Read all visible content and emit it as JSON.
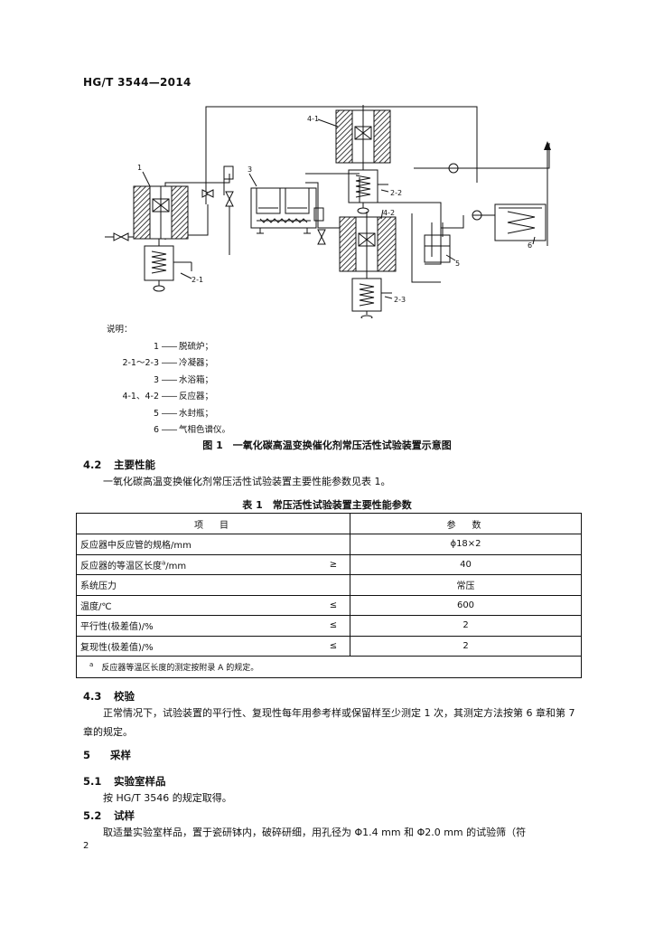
{
  "header": {
    "code": "HG/T 3544—2014"
  },
  "figure": {
    "labels": {
      "l1": "1",
      "l2_1": "2-1",
      "l2_2": "2-2",
      "l2_3": "2-3",
      "l3": "3",
      "l4_1": "4-1",
      "l4_2": "4-2",
      "l5": "5",
      "l6": "6"
    },
    "legend_title": "说明：",
    "legend": [
      {
        "key": "1",
        "desc": "脱硫炉；"
      },
      {
        "key": "2-1～2-3",
        "desc": "冷凝器；"
      },
      {
        "key": "3",
        "desc": "水浴箱；"
      },
      {
        "key": "4-1、4-2",
        "desc": "反应器；"
      },
      {
        "key": "5",
        "desc": "水封瓶；"
      },
      {
        "key": "6",
        "desc": "气相色谱仪。"
      }
    ],
    "dash": "——",
    "caption": "图 1　一氧化碳高温变换催化剂常压活性试验装置示意图"
  },
  "s4_2": {
    "num": "4.2",
    "title": "主要性能",
    "text": "一氧化碳高温变换催化剂常压活性试验装置主要性能参数见表 1。"
  },
  "table": {
    "caption": "表 1　常压活性试验装置主要性能参数",
    "headers": [
      "项　目",
      "参　数"
    ],
    "rows": [
      {
        "item": "反应器中反应管的规格/mm",
        "op": "",
        "value": "ϕ18×2"
      },
      {
        "item_pre": "反应器的等温区长度",
        "item_sup": "a",
        "item_post": "/mm",
        "op": "≥",
        "value": "40"
      },
      {
        "item": "系统压力",
        "op": "",
        "value": "常压"
      },
      {
        "item": "温度/℃",
        "op": "≤",
        "value": "600"
      },
      {
        "item": "平行性(极差值)/%",
        "op": "≤",
        "value": "2"
      },
      {
        "item": "复现性(极差值)/%",
        "op": "≤",
        "value": "2"
      }
    ],
    "note_mark": "a",
    "note": "反应器等温区长度的测定按附录 A 的规定。"
  },
  "s4_3": {
    "num": "4.3",
    "title": "校验",
    "text": "正常情况下，试验装置的平行性、复现性每年用参考样或保留样至少测定 1 次，其测定方法按第 6 章和第 7 章的规定。"
  },
  "s5": {
    "num": "5",
    "title": "采样"
  },
  "s5_1": {
    "num": "5.1",
    "title": "实验室样品",
    "text": "按 HG/T 3546 的规定取得。"
  },
  "s5_2": {
    "num": "5.2",
    "title": "试样",
    "text": "取适量实验室样品，置于瓷研钵内，破碎研细，用孔径为 Φ1.4 mm 和 Φ2.0 mm 的试验筛（符"
  },
  "footer": {
    "page": "2"
  }
}
